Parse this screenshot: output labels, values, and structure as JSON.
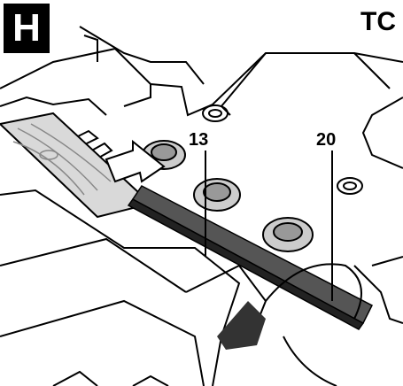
{
  "figure": {
    "badge": "H",
    "corner_code": "TC",
    "callouts": [
      "13",
      "20"
    ]
  },
  "colors": {
    "line": "#000000",
    "background": "#ffffff",
    "wood": "#d9d9d9",
    "shadow": "#333333"
  },
  "icons": [
    "arrow-icon",
    "screw-icon",
    "wood-grain"
  ]
}
